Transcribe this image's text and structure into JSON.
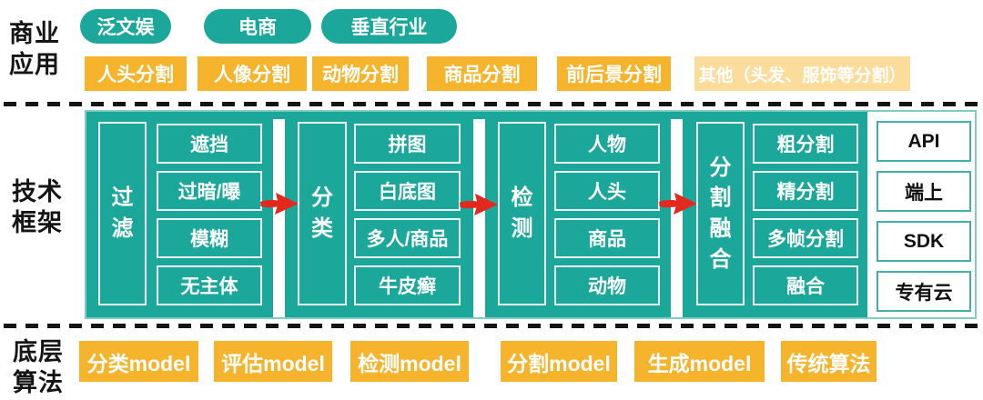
{
  "colors": {
    "teal": "#1CA79B",
    "orange": "#F6B42D",
    "light_orange": "#FBDC9B",
    "red": "#E3291D",
    "border_teal": "#7ECCC5",
    "api_border": "#43AFA6",
    "text": "#151515"
  },
  "business": {
    "label": "商业\n应用",
    "pills": [
      "泛文娱",
      "电商",
      "垂直行业"
    ],
    "apps": [
      "人头分割",
      "人像分割",
      "动物分割",
      "商品分割",
      "前后景分割"
    ],
    "apps_other": "其他（头发、服饰等分割）"
  },
  "tech": {
    "label": "技术\n框架",
    "groups": [
      {
        "name": "过滤",
        "items": [
          "遮挡",
          "过暗/曝",
          "模糊",
          "无主体"
        ]
      },
      {
        "name": "分类",
        "items": [
          "拼图",
          "白底图",
          "多人/商品",
          "牛皮癣"
        ]
      },
      {
        "name": "检测",
        "items": [
          "人物",
          "人头",
          "商品",
          "动物"
        ]
      },
      {
        "name": "分割融合",
        "items": [
          "粗分割",
          "精分割",
          "多帧分割",
          "融合"
        ]
      }
    ],
    "delivery": [
      "API",
      "端上",
      "SDK",
      "专有云"
    ]
  },
  "algo": {
    "label": "底层\n算法",
    "models": [
      "分类model",
      "评估model",
      "检测model",
      "分割model",
      "生成model",
      "传统算法"
    ]
  }
}
